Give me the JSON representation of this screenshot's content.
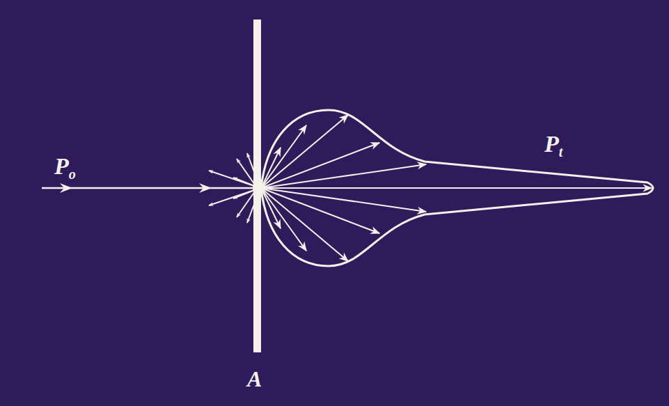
{
  "diagram": {
    "labels": [
      "Po",
      "Pt",
      "A"
    ]
  }
}
